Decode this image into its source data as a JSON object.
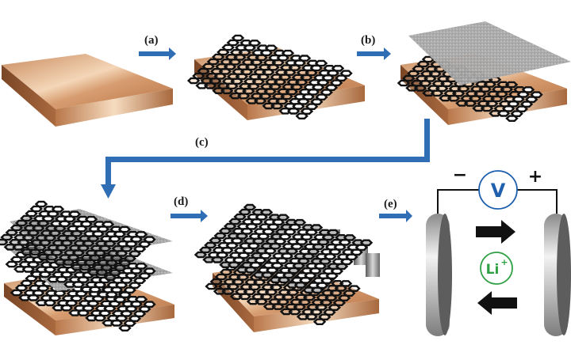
{
  "steps": [
    {
      "label": "(a)"
    },
    {
      "label": "(b)"
    },
    {
      "label": "(c)"
    },
    {
      "label": "(d)"
    },
    {
      "label": "(e)"
    }
  ],
  "battery": {
    "negative_sign": "−",
    "positive_sign": "+",
    "meter_label": "V",
    "ion_label": "Li",
    "ion_charge": "+"
  },
  "colors": {
    "arrow_blue": "#2f6db5",
    "copper_light": "#f3d3b3",
    "copper_mid": "#d4986a",
    "copper_dark": "#8f5a35",
    "graphene_line": "#111111",
    "sheet_gray": "#a8a8a8",
    "meter_blue": "#1f5fae",
    "ion_green": "#2ea043"
  }
}
